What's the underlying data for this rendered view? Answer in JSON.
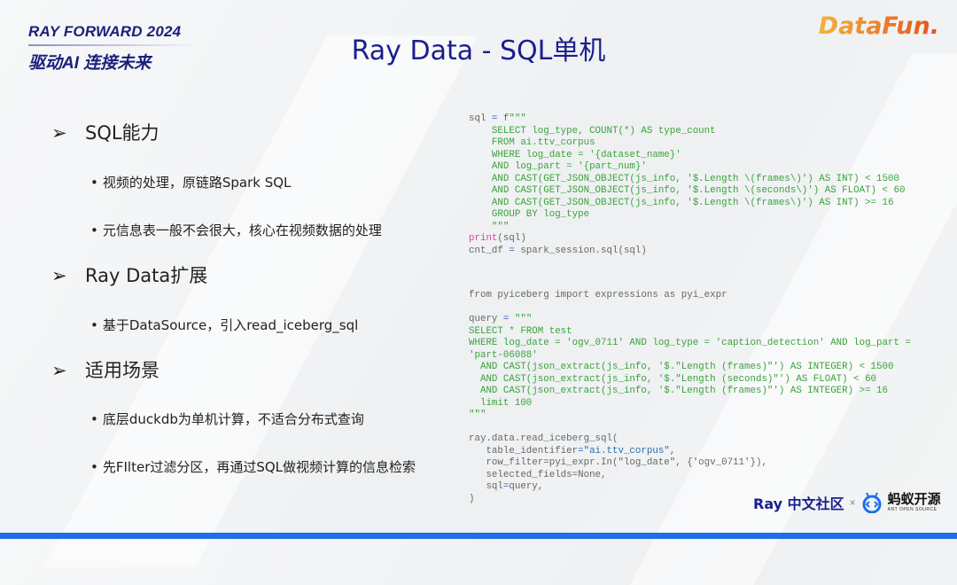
{
  "brand": {
    "line1": "RAY FORWARD 2024",
    "line2": "驱动AI 连接未来"
  },
  "title": "Ray Data - SQL单机",
  "logo": "DataFun.",
  "sections": [
    {
      "heading": "SQL能力",
      "bullets": [
        "视频的处理，原链路Spark SQL",
        "元信息表一般不会很大，核心在视频数据的处理"
      ]
    },
    {
      "heading": "Ray Data扩展",
      "bullets": [
        "基于DataSource，引入read_iceberg_sql"
      ]
    },
    {
      "heading": "适用场景",
      "bullets": [
        "底层duckdb为单机计算，不适合分布式查询",
        "先FIlter过滤分区，再通过SQL做视频计算的信息检索"
      ]
    }
  ],
  "arrow": "➢",
  "code_block_1": [
    [
      {
        "t": "sql ",
        "k": "d"
      },
      {
        "t": "=",
        "k": "b"
      },
      {
        "t": " f",
        "k": "d"
      },
      {
        "t": "\"\"\"",
        "k": "g"
      }
    ],
    [
      {
        "t": "    SELECT log_type, COUNT(*) AS type_count",
        "k": "g"
      }
    ],
    [
      {
        "t": "    FROM ai.ttv_corpus",
        "k": "g"
      }
    ],
    [
      {
        "t": "    WHERE log_date = '{dataset_name}'",
        "k": "g"
      }
    ],
    [
      {
        "t": "    AND log_part = '{part_num}'",
        "k": "g"
      }
    ],
    [
      {
        "t": "    AND CAST(GET_JSON_OBJECT(js_info, '$.Length \\(frames\\)') AS INT) < 1500",
        "k": "g"
      }
    ],
    [
      {
        "t": "    AND CAST(GET_JSON_OBJECT(js_info, '$.Length \\(seconds\\)') AS FLOAT) < 60",
        "k": "g"
      }
    ],
    [
      {
        "t": "    AND CAST(GET_JSON_OBJECT(js_info, '$.Length \\(frames\\)') AS INT) >= 16",
        "k": "g"
      }
    ],
    [
      {
        "t": "    GROUP BY log_type",
        "k": "g"
      }
    ],
    [
      {
        "t": "    \"\"\"",
        "k": "g"
      }
    ],
    [
      {
        "t": "print",
        "k": "p"
      },
      {
        "t": "(sql)",
        "k": "d"
      }
    ],
    [
      {
        "t": "cnt_df ",
        "k": "d"
      },
      {
        "t": "=",
        "k": "b"
      },
      {
        "t": " spark_session.sql(sql)",
        "k": "d"
      }
    ]
  ],
  "code_block_2": [
    [
      {
        "t": "from pyiceberg import expressions as pyi_expr",
        "k": "d"
      }
    ],
    [
      {
        "t": "",
        "k": "d"
      }
    ],
    [
      {
        "t": "query ",
        "k": "d"
      },
      {
        "t": "=",
        "k": "b"
      },
      {
        "t": " \"\"\"",
        "k": "g"
      }
    ],
    [
      {
        "t": "SELECT * FROM test",
        "k": "g"
      }
    ],
    [
      {
        "t": "WHERE log_date = 'ogv_0711' AND log_type = 'caption_detection' AND log_part =",
        "k": "g"
      }
    ],
    [
      {
        "t": "'part-06088'",
        "k": "g"
      }
    ],
    [
      {
        "t": "  AND CAST(json_extract(js_info, '$.\"Length (frames)\"') AS INTEGER) < 1500",
        "k": "g"
      }
    ],
    [
      {
        "t": "  AND CAST(json_extract(js_info, '$.\"Length (seconds)\"') AS FLOAT) < 60",
        "k": "g"
      }
    ],
    [
      {
        "t": "  AND CAST(json_extract(js_info, '$.\"Length (frames)\"') AS INTEGER) >= 16",
        "k": "g"
      }
    ],
    [
      {
        "t": "  limit 100",
        "k": "g"
      }
    ],
    [
      {
        "t": "\"\"\"",
        "k": "g"
      }
    ],
    [
      {
        "t": "",
        "k": "d"
      }
    ],
    [
      {
        "t": "ray.data.read_iceberg_sql(",
        "k": "d"
      }
    ],
    [
      {
        "t": "   table_identifier",
        "k": "d"
      },
      {
        "t": "=",
        "k": "b"
      },
      {
        "t": "\"ai.ttv_corpus\"",
        "k": "s"
      },
      {
        "t": ",",
        "k": "d"
      }
    ],
    [
      {
        "t": "   row_filter=pyi_expr.In(\"log_date\", {'ogv_0711'}),",
        "k": "d"
      }
    ],
    [
      {
        "t": "   selected_fields=None,",
        "k": "d"
      }
    ],
    [
      {
        "t": "   sql",
        "k": "d"
      },
      {
        "t": "=",
        "k": "b"
      },
      {
        "t": "query,",
        "k": "d"
      }
    ],
    [
      {
        "t": ")",
        "k": "d"
      }
    ]
  ],
  "footer": {
    "ray": "Ray 中文社区",
    "times": "×",
    "ant_cn": "蚂蚁开源",
    "ant_en": "ANT OPEN SOURCE"
  }
}
